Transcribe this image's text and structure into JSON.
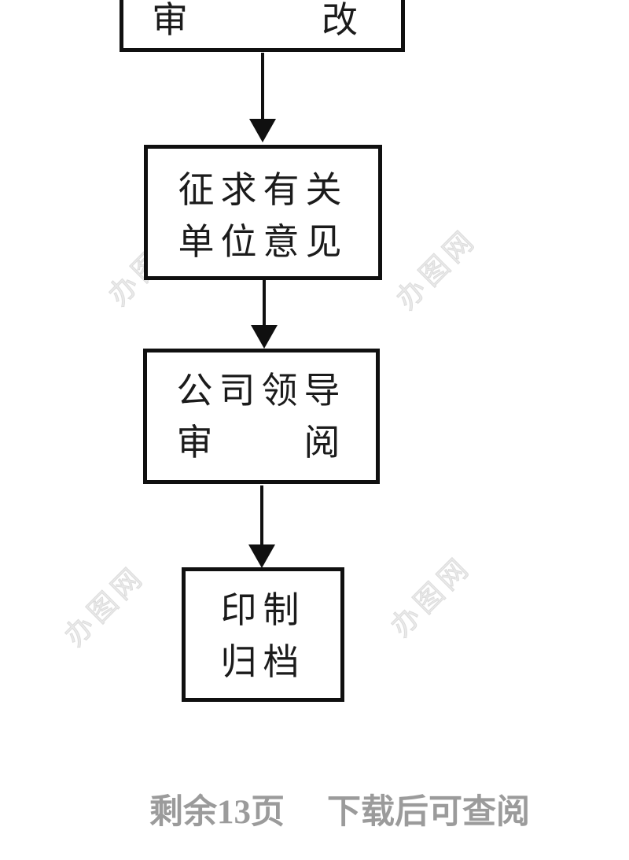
{
  "theme": {
    "border_color": "#101010",
    "text_color": "#1b1b1b",
    "footer_color": "#9b9b9b",
    "watermark_color": "#e9e9e9",
    "page_bg": "#ffffff"
  },
  "watermark": {
    "text": "办图网"
  },
  "flowchart": {
    "type": "vertical-flow",
    "nodes": [
      {
        "id": "review-revise",
        "lines": [
          "审　　　改"
        ]
      },
      {
        "id": "solicit-opinions",
        "lines": [
          "征求有关",
          "单位意见"
        ]
      },
      {
        "id": "leadership-review",
        "lines": [
          "公司领导",
          "审　　阅"
        ]
      },
      {
        "id": "print-archive",
        "lines": [
          "印制",
          "归档"
        ]
      }
    ],
    "connections": [
      {
        "from": "review-revise",
        "to": "solicit-opinions"
      },
      {
        "from": "solicit-opinions",
        "to": "leadership-review"
      },
      {
        "from": "leadership-review",
        "to": "print-archive"
      }
    ]
  },
  "footer": {
    "remaining_pages": "剩余13页",
    "download_hint": "下载后可查阅"
  }
}
